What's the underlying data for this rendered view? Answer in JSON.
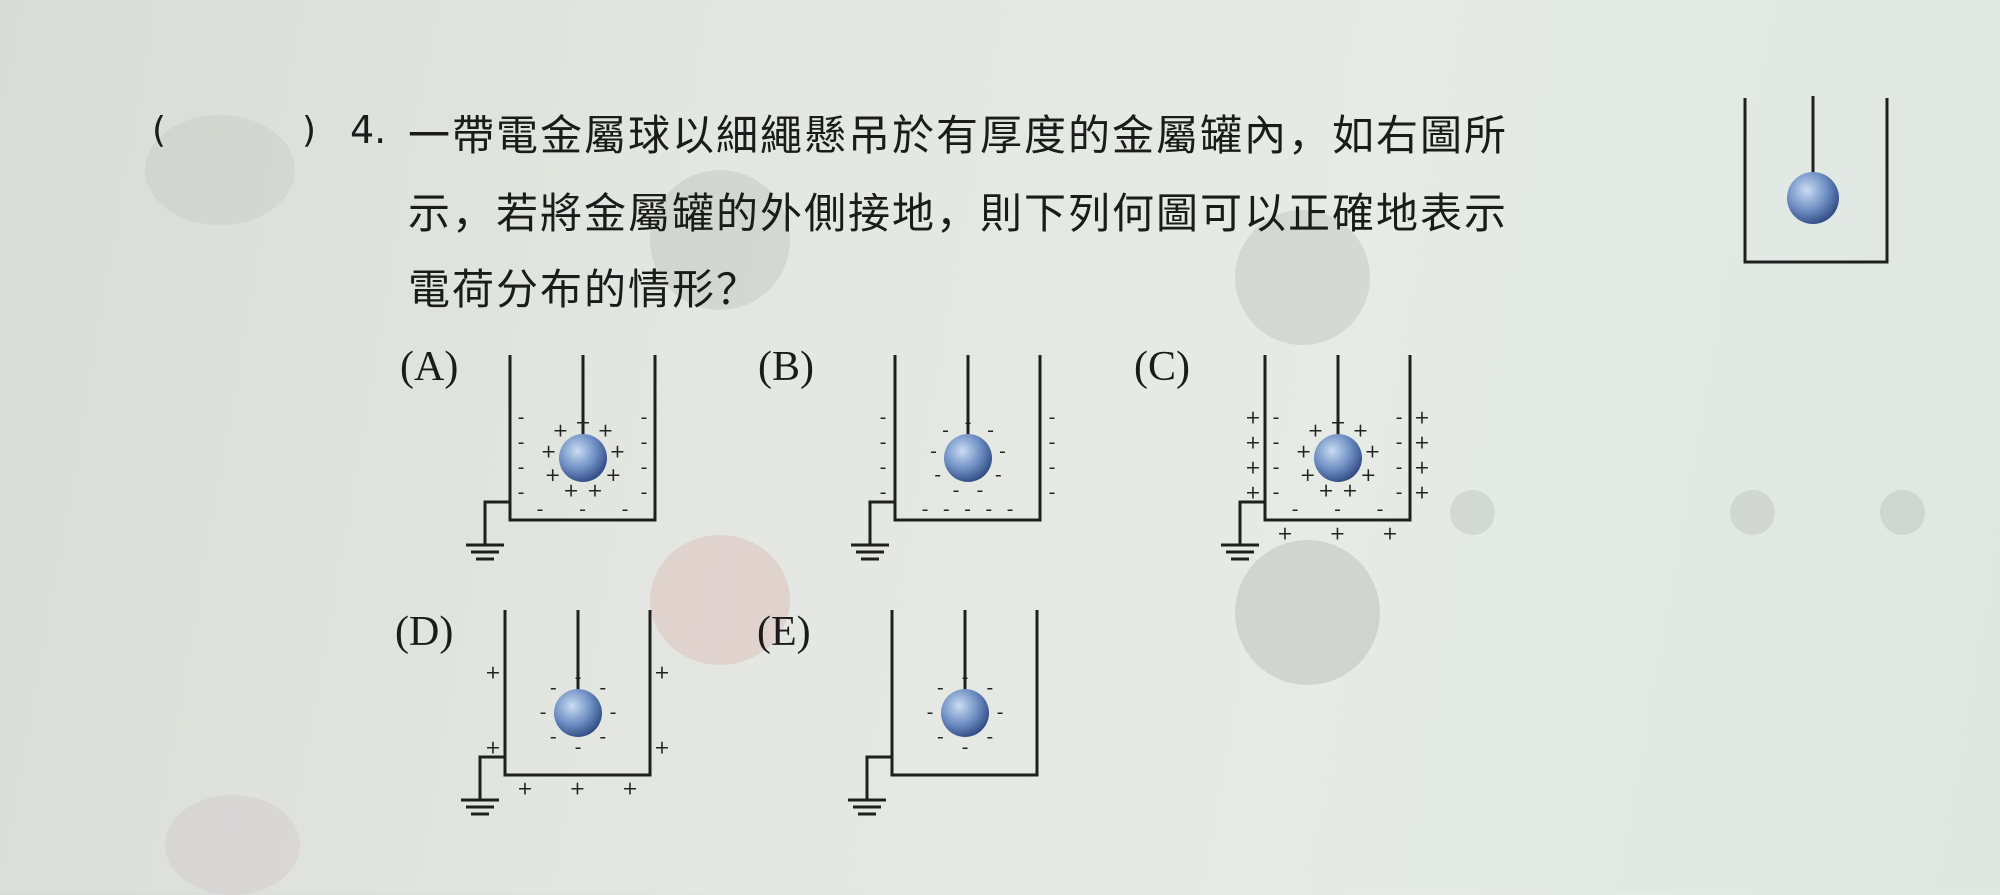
{
  "question": {
    "answer_paren_left": "(",
    "answer_paren_right": ")",
    "number": "4.",
    "lines": [
      "一帶電金屬球以細繩懸吊於有厚度的金屬罐內，如右圖所",
      "示，若將金屬罐的外側接地，則下列何圖可以正確地表示",
      "電荷分布的情形？"
    ]
  },
  "options": [
    {
      "label": "(A)",
      "ball_charges": [
        "+",
        "+",
        "+",
        "+",
        "+",
        "+",
        "+",
        "+",
        "+"
      ],
      "inner_wall_charges": [
        "-",
        "-",
        "-",
        "-",
        "-",
        "-",
        "-",
        "-"
      ],
      "outer_wall_charges": [],
      "bottom_charges": [
        "-",
        "-",
        "-"
      ]
    },
    {
      "label": "(B)",
      "ball_charges": [
        "-",
        "-",
        "-",
        "-",
        "-",
        "-",
        "-",
        "-",
        "-"
      ],
      "inner_wall_charges": [],
      "outer_wall_charges": [
        "-",
        "-",
        "-",
        "-",
        "-",
        "-",
        "-",
        "-"
      ],
      "bottom_charges": [
        "-",
        "-",
        "-",
        "-",
        "-"
      ]
    },
    {
      "label": "(C)",
      "ball_charges": [
        "+",
        "+",
        "+",
        "+",
        "+",
        "+",
        "+",
        "+",
        "+"
      ],
      "inner_wall_charges": [
        "-",
        "-",
        "-",
        "-",
        "-",
        "-",
        "-",
        "-"
      ],
      "outer_wall_charges": [
        "+",
        "+",
        "+",
        "+",
        "+",
        "+",
        "+",
        "+"
      ],
      "bottom_charges": [
        "-",
        "-",
        "-",
        "+",
        "+",
        "+"
      ]
    },
    {
      "label": "(D)",
      "ball_charges": [
        "-",
        "-",
        "-",
        "-",
        "-",
        "-",
        "-",
        "-"
      ],
      "inner_wall_charges": [],
      "outer_wall_charges": [
        "+",
        "+",
        "+",
        "+"
      ],
      "bottom_charges": [
        "+",
        "+",
        "+"
      ]
    },
    {
      "label": "(E)",
      "ball_charges": [
        "-",
        "-",
        "-",
        "-",
        "-",
        "-",
        "-",
        "-"
      ],
      "inner_wall_charges": [],
      "outer_wall_charges": [],
      "bottom_charges": []
    }
  ],
  "colors": {
    "ink": "#1f1f1f",
    "sphere_light": "#c9dcf2",
    "sphere_mid": "#6f90c4",
    "sphere_dark": "#2d4780"
  }
}
